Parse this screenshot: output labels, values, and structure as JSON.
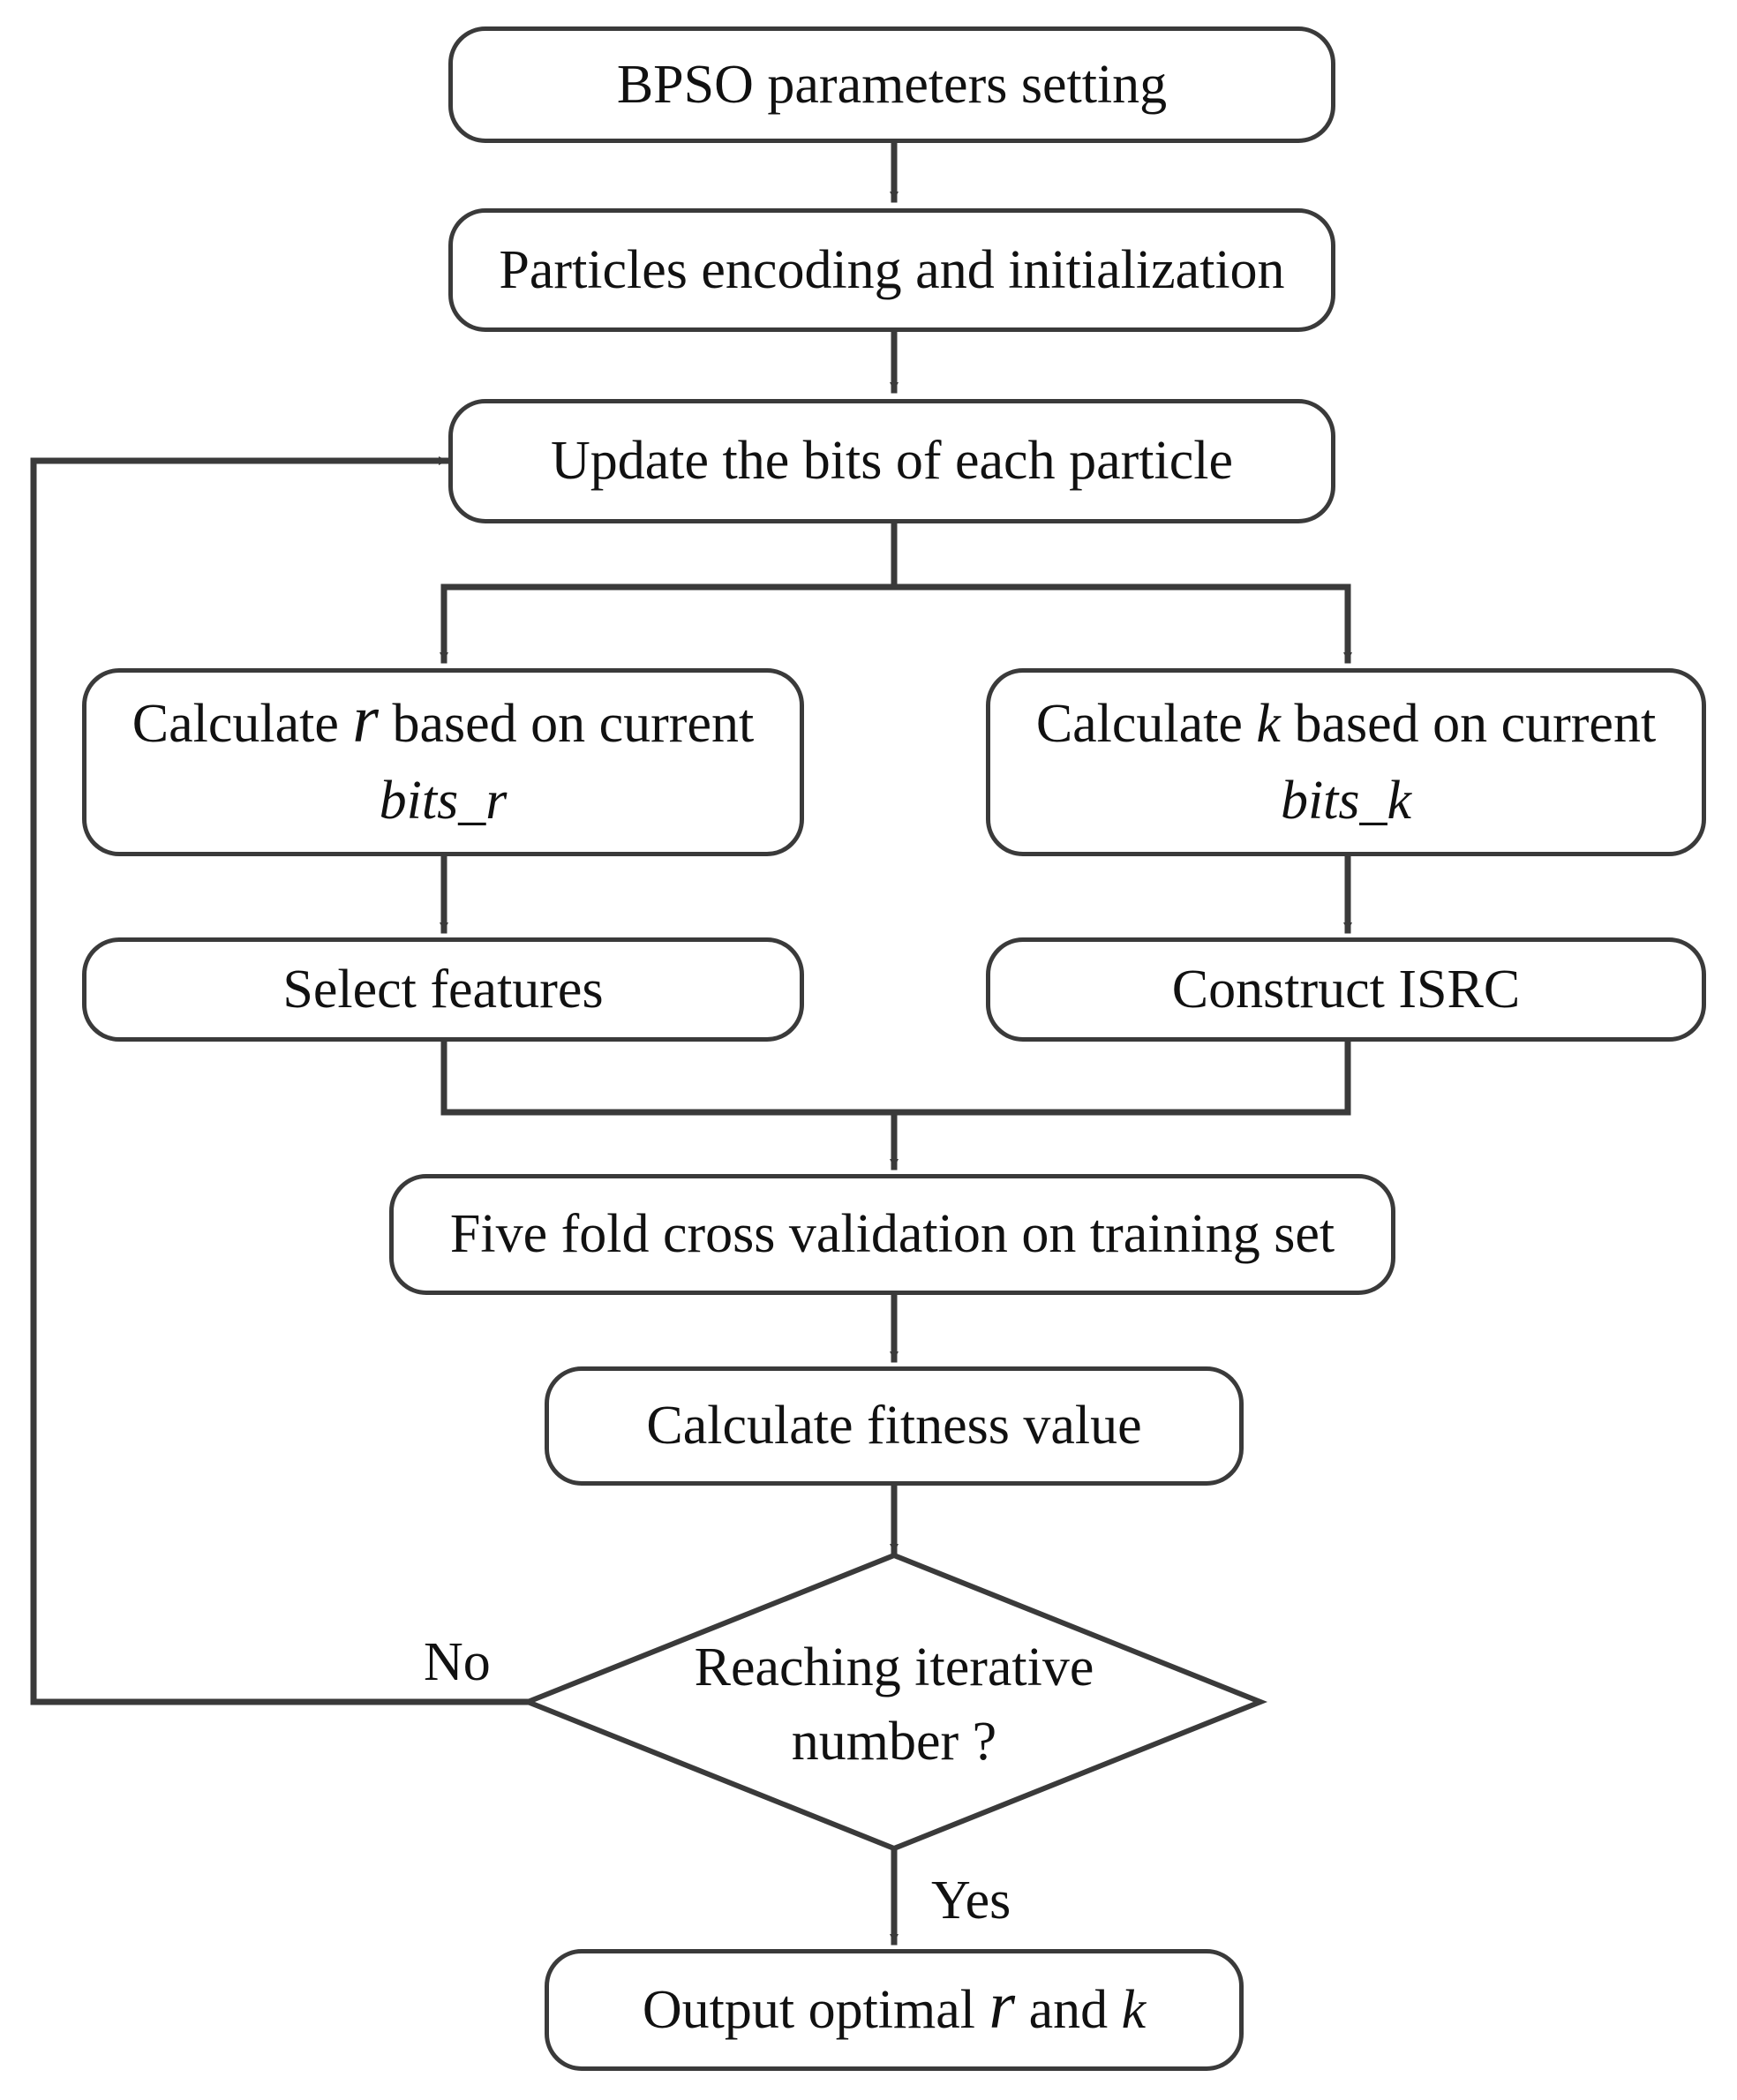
{
  "nodes": {
    "bpso_setting": {
      "text": "BPSO parameters setting"
    },
    "encoding": {
      "text": "Particles encoding and initialization"
    },
    "update_bits": {
      "text": "Update the bits of each particle"
    },
    "calc_r": {
      "before": "Calculate",
      "var": "r",
      "after": "based on current",
      "line2": "bits_r"
    },
    "calc_k": {
      "before": "Calculate",
      "var": "k",
      "after": "based on current",
      "line2": "bits_k"
    },
    "select_features": {
      "text": "Select features"
    },
    "construct_isrc": {
      "text": "Construct ISRC"
    },
    "cross_validation": {
      "text": "Five fold cross validation on training set"
    },
    "fitness": {
      "text": "Calculate fitness value"
    },
    "decision": {
      "line1": "Reaching iterative",
      "line2": "number ?"
    },
    "output": {
      "before": "Output optimal",
      "var1": "r",
      "mid": "and",
      "var2": "k"
    }
  },
  "edges": {
    "no_label": "No",
    "yes_label": "Yes"
  },
  "colors": {
    "stroke": "#3a3a3a",
    "text": "#111111",
    "background": "#ffffff"
  }
}
